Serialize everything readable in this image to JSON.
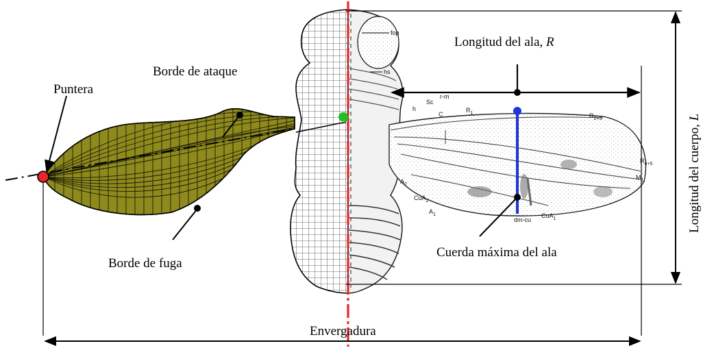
{
  "labels": {
    "tip": "Puntera",
    "leading_edge": "Borde de ataque",
    "trailing_edge": "Borde de fuga",
    "wing_length": "Longitud del ala, ",
    "wing_length_symbol": "R",
    "body_length": "Longitud del cuerpo, ",
    "body_length_symbol": "L",
    "max_chord": "Cuerda máxima del ala",
    "wingspan": "Envergadura"
  },
  "anatomy_labels": {
    "fop": "fop",
    "hs": "hs",
    "sc": "Sc",
    "rm": "r-m",
    "h": "h",
    "c": "C",
    "r1": "R",
    "r1_sub": "1",
    "r23": "R",
    "r23_sub": "2+3",
    "r45": "R",
    "r45_sub": "4+5",
    "m1": "M",
    "m1_sub": "1",
    "a2": "A",
    "a2_sub": "2",
    "cua2": "CuA",
    "cua2_sub": "2",
    "a1": "A",
    "a1_sub": "1",
    "dmcu": "dm-cu",
    "cua1": "CuA",
    "cua1_sub": "1"
  },
  "colors": {
    "wing_fill": "#8f8a1e",
    "symmetry_axis": "#e8262a",
    "tip_marker": "#e8262a",
    "chord_line": "#1d35d6",
    "chord_marker": "#1d35d6",
    "root_marker": "#22c022",
    "body_mesh": "#dcdcdc"
  }
}
